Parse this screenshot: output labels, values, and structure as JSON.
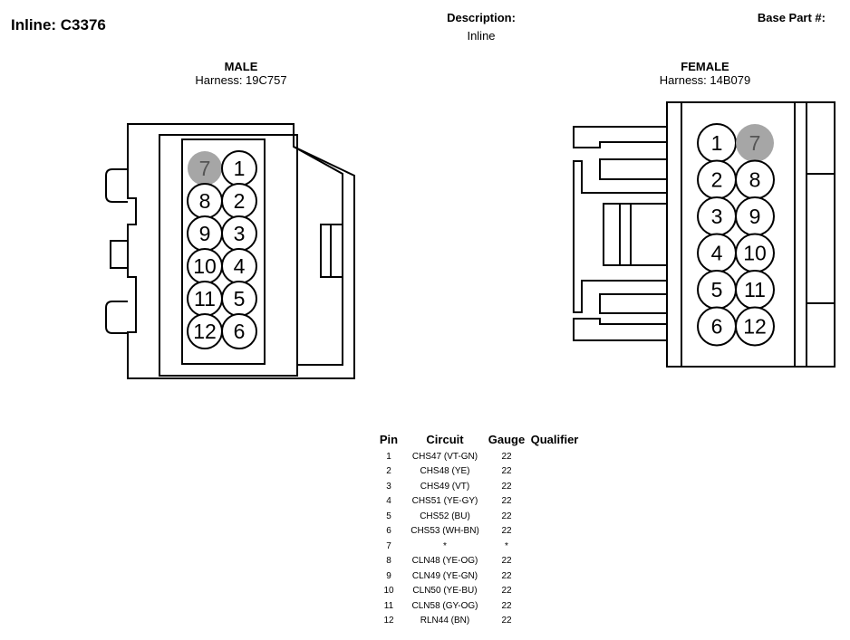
{
  "header": {
    "title": "Inline: C3376",
    "description_label": "Description:",
    "description_value": "Inline",
    "base_part_label": "Base Part #:"
  },
  "male": {
    "title": "MALE",
    "harness": "Harness: 19C757",
    "pins": [
      {
        "label": "7",
        "shaded": true
      },
      {
        "label": "1",
        "shaded": false
      },
      {
        "label": "8",
        "shaded": false
      },
      {
        "label": "2",
        "shaded": false
      },
      {
        "label": "9",
        "shaded": false
      },
      {
        "label": "3",
        "shaded": false
      },
      {
        "label": "10",
        "shaded": false
      },
      {
        "label": "4",
        "shaded": false
      },
      {
        "label": "11",
        "shaded": false
      },
      {
        "label": "5",
        "shaded": false
      },
      {
        "label": "12",
        "shaded": false
      },
      {
        "label": "6",
        "shaded": false
      }
    ]
  },
  "female": {
    "title": "FEMALE",
    "harness": "Harness: 14B079",
    "pins": [
      {
        "label": "1",
        "shaded": false
      },
      {
        "label": "7",
        "shaded": true
      },
      {
        "label": "2",
        "shaded": false
      },
      {
        "label": "8",
        "shaded": false
      },
      {
        "label": "3",
        "shaded": false
      },
      {
        "label": "9",
        "shaded": false
      },
      {
        "label": "4",
        "shaded": false
      },
      {
        "label": "10",
        "shaded": false
      },
      {
        "label": "5",
        "shaded": false
      },
      {
        "label": "11",
        "shaded": false
      },
      {
        "label": "6",
        "shaded": false
      },
      {
        "label": "12",
        "shaded": false
      }
    ]
  },
  "table": {
    "headers": [
      "Pin",
      "Circuit",
      "Gauge",
      "Qualifier"
    ],
    "rows": [
      [
        "1",
        "CHS47 (VT-GN)",
        "22",
        ""
      ],
      [
        "2",
        "CHS48 (YE)",
        "22",
        ""
      ],
      [
        "3",
        "CHS49 (VT)",
        "22",
        ""
      ],
      [
        "4",
        "CHS51 (YE-GY)",
        "22",
        ""
      ],
      [
        "5",
        "CHS52 (BU)",
        "22",
        ""
      ],
      [
        "6",
        "CHS53 (WH-BN)",
        "22",
        ""
      ],
      [
        "7",
        "*",
        "*",
        ""
      ],
      [
        "8",
        "CLN48 (YE-OG)",
        "22",
        ""
      ],
      [
        "9",
        "CLN49 (YE-GN)",
        "22",
        ""
      ],
      [
        "10",
        "CLN50 (YE-BU)",
        "22",
        ""
      ],
      [
        "11",
        "CLN58 (GY-OG)",
        "22",
        ""
      ],
      [
        "12",
        "RLN44 (BN)",
        "22",
        ""
      ]
    ]
  },
  "colors": {
    "outline": "#000000",
    "shaded_pin": "#a6a6a6",
    "shaded_pin_text": "#555555"
  }
}
